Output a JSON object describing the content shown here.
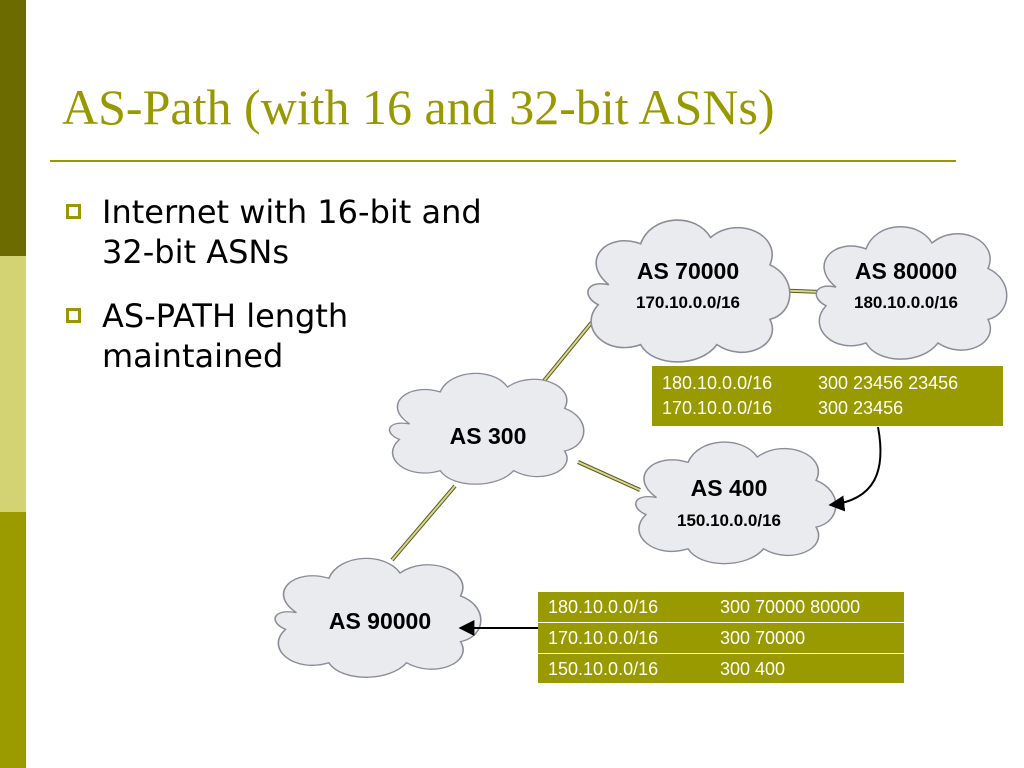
{
  "slide": {
    "title": "AS-Path (with 16 and 32-bit ASNs)",
    "bullets": [
      "Internet with 16-bit and 32-bit ASNs",
      "AS-PATH length maintained"
    ]
  },
  "diagram": {
    "nodes": {
      "as70000": {
        "as": "AS 70000",
        "prefix": "170.10.0.0/16"
      },
      "as80000": {
        "as": "AS 80000",
        "prefix": "180.10.0.0/16"
      },
      "as300": {
        "as": "AS 300"
      },
      "as400": {
        "as": "AS 400",
        "prefix": "150.10.0.0/16"
      },
      "as90000": {
        "as": "AS 90000"
      }
    },
    "table_as400": [
      {
        "prefix": "180.10.0.0/16",
        "path": "300 23456 23456"
      },
      {
        "prefix": "170.10.0.0/16",
        "path": "300 23456"
      }
    ],
    "table_as90000": [
      {
        "prefix": "180.10.0.0/16",
        "path": "300 70000 80000"
      },
      {
        "prefix": "170.10.0.0/16",
        "path": "300 70000"
      },
      {
        "prefix": "150.10.0.0/16",
        "path": "300 400"
      }
    ]
  },
  "colors": {
    "accent": "#989800",
    "sidebar_dark": "#6b6b00",
    "sidebar_light": "#d3d374",
    "sidebar_mid": "#9b9b00",
    "table_fill": "#999900",
    "cloud_fill": "#eaebee",
    "cloud_stroke": "#8c8c98",
    "link": "#c8c86a"
  }
}
